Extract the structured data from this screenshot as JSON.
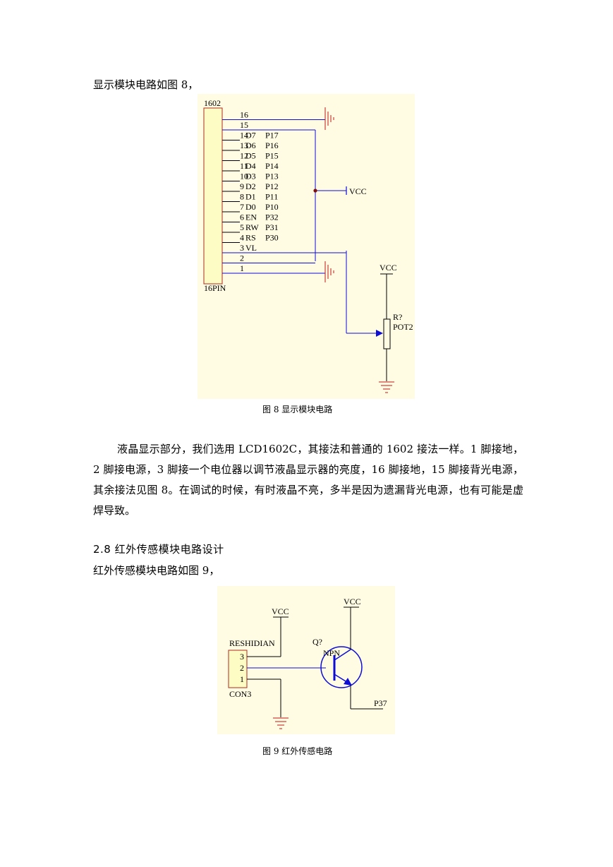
{
  "intro_fig8": "显示模块电路如图 8，",
  "fig8": {
    "header_label": "1602",
    "footer_label": "16PIN",
    "pin_rows": [
      {
        "num": "16",
        "sig": "",
        "port": ""
      },
      {
        "num": "15",
        "sig": "",
        "port": ""
      },
      {
        "num": "14",
        "sig": "D7",
        "port": "P17"
      },
      {
        "num": "13",
        "sig": "D6",
        "port": "P16"
      },
      {
        "num": "12",
        "sig": "D5",
        "port": "P15"
      },
      {
        "num": "11",
        "sig": "D4",
        "port": "P14"
      },
      {
        "num": "10",
        "sig": "D3",
        "port": "P13"
      },
      {
        "num": "9",
        "sig": "D2",
        "port": "P12"
      },
      {
        "num": "8",
        "sig": "D1",
        "port": "P11"
      },
      {
        "num": "7",
        "sig": "D0",
        "port": "P10"
      },
      {
        "num": "6",
        "sig": "EN",
        "port": "P32"
      },
      {
        "num": "5",
        "sig": "RW",
        "port": "P31"
      },
      {
        "num": "4",
        "sig": "RS",
        "port": "P30"
      },
      {
        "num": "3",
        "sig": "VL",
        "port": ""
      },
      {
        "num": "2",
        "sig": "",
        "port": ""
      },
      {
        "num": "1",
        "sig": "",
        "port": ""
      }
    ],
    "vcc_label": "VCC",
    "pot_vcc_label": "VCC",
    "pot_ref": "R?",
    "pot_name": "POT2"
  },
  "caption_fig8": "图 8  显示模块电路",
  "paragraph": "液晶显示部分，我们选用 LCD1602C，其接法和普通的 1602 接法一样。1 脚接地，2 脚接电源，3 脚接一个电位器以调节液晶显示器的亮度，16 脚接地，15 脚接背光电源，其余接法见图 8。在调试的时候，有时液晶不亮，多半是因为遗漏背光电源，也有可能是虚焊导致。",
  "section_heading": "2.8  红外传感模块电路设计",
  "intro_fig9": "红外传感模块电路如图 9，",
  "fig9": {
    "connector_name": "RESHIDIAN",
    "connector_ref": "CON3",
    "pins": [
      "3",
      "2",
      "1"
    ],
    "vcc_left": "VCC",
    "vcc_right": "VCC",
    "transistor_ref": "Q?",
    "transistor_type": "NPN",
    "output_label": "P37"
  },
  "caption_fig9": "图 9  红外传感电路",
  "colors": {
    "schematic_bg": "#fffce3",
    "connector_fill": "#fdfcc4",
    "connector_border": "#b0271e",
    "wire": "#0d0dd6",
    "ground": "#c41414",
    "junction": "#7d0f0f"
  }
}
